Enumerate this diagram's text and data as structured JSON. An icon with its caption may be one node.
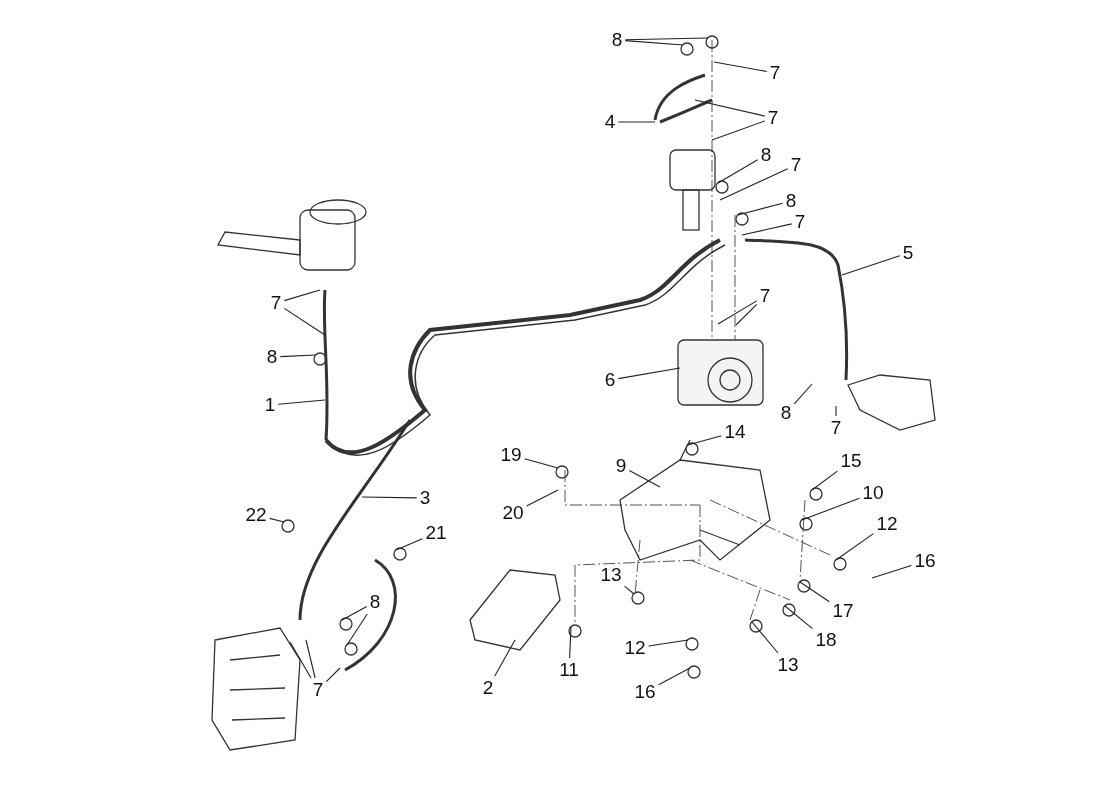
{
  "diagram": {
    "nodes": [
      {
        "text": [
          "8"
        ]
      },
      {
        "text": [
          "7"
        ]
      },
      {
        "text": [
          "4"
        ]
      },
      {
        "text": [
          "7"
        ]
      },
      {
        "text": [
          "8"
        ]
      },
      {
        "text": [
          "7"
        ]
      },
      {
        "text": [
          "8"
        ]
      },
      {
        "text": [
          "7"
        ]
      },
      {
        "text": [
          "5"
        ]
      },
      {
        "text": [
          "7"
        ]
      },
      {
        "text": [
          "7"
        ]
      },
      {
        "text": [
          "8"
        ]
      },
      {
        "text": [
          "6"
        ]
      },
      {
        "text": [
          "1"
        ]
      },
      {
        "text": [
          "8"
        ]
      },
      {
        "text": [
          "7"
        ]
      },
      {
        "text": [
          "14"
        ]
      },
      {
        "text": [
          "19"
        ]
      },
      {
        "text": [
          "9"
        ]
      },
      {
        "text": [
          "15"
        ]
      },
      {
        "text": [
          "10"
        ]
      },
      {
        "text": [
          "3"
        ]
      },
      {
        "text": [
          "20"
        ]
      },
      {
        "text": [
          "22"
        ]
      },
      {
        "text": [
          "12"
        ]
      },
      {
        "text": [
          "21"
        ]
      },
      {
        "text": [
          "16"
        ]
      },
      {
        "text": [
          "13"
        ]
      },
      {
        "text": [
          "8"
        ]
      },
      {
        "text": [
          "17"
        ]
      },
      {
        "text": [
          "18"
        ]
      },
      {
        "text": [
          "12"
        ]
      },
      {
        "text": [
          "13"
        ]
      },
      {
        "text": [
          "11"
        ]
      },
      {
        "text": [
          "7"
        ]
      },
      {
        "text": [
          "2"
        ]
      },
      {
        "text": [
          "16"
        ]
      }
    ],
    "edges": [
      {
        "from": 0,
        "to": null,
        "arrow": "none"
      },
      {
        "from": 0,
        "to": null,
        "arrow": "none"
      },
      {
        "from": 1,
        "to": null,
        "arrow": "none"
      },
      {
        "from": 2,
        "to": null,
        "arrow": "none"
      },
      {
        "from": 3,
        "to": null,
        "arrow": "none"
      },
      {
        "from": 3,
        "to": null,
        "arrow": "none"
      },
      {
        "from": 4,
        "to": null,
        "arrow": "none"
      },
      {
        "from": 5,
        "to": null,
        "arrow": "none"
      },
      {
        "from": 6,
        "to": null,
        "arrow": "none"
      },
      {
        "from": 7,
        "to": null,
        "arrow": "none"
      },
      {
        "from": 8,
        "to": null,
        "arrow": "none"
      },
      {
        "from": 9,
        "to": null,
        "arrow": "none"
      },
      {
        "from": 9,
        "to": null,
        "arrow": "none"
      },
      {
        "from": 10,
        "to": null,
        "arrow": "none"
      },
      {
        "from": 10,
        "to": null,
        "arrow": "none"
      },
      {
        "from": 11,
        "to": null,
        "arrow": "none"
      },
      {
        "from": 12,
        "to": null,
        "arrow": "none"
      },
      {
        "from": 13,
        "to": null,
        "arrow": "none"
      },
      {
        "from": 14,
        "to": null,
        "arrow": "none"
      },
      {
        "from": 15,
        "to": null,
        "arrow": "none"
      },
      {
        "from": 16,
        "to": null,
        "arrow": "none"
      },
      {
        "from": 17,
        "to": null,
        "arrow": "none"
      },
      {
        "from": 18,
        "to": null,
        "arrow": "none"
      },
      {
        "from": 19,
        "to": null,
        "arrow": "none"
      },
      {
        "from": 20,
        "to": null,
        "arrow": "none"
      },
      {
        "from": 21,
        "to": null,
        "arrow": "none"
      },
      {
        "from": 22,
        "to": null,
        "arrow": "none"
      },
      {
        "from": 23,
        "to": null,
        "arrow": "none"
      },
      {
        "from": 24,
        "to": null,
        "arrow": "none"
      },
      {
        "from": 25,
        "to": null,
        "arrow": "none"
      },
      {
        "from": 26,
        "to": null,
        "arrow": "none"
      },
      {
        "from": 27,
        "to": null,
        "arrow": "none"
      },
      {
        "from": 28,
        "to": null,
        "arrow": "none"
      },
      {
        "from": 28,
        "to": null,
        "arrow": "none"
      },
      {
        "from": 29,
        "to": null,
        "arrow": "none"
      },
      {
        "from": 30,
        "to": null,
        "arrow": "none"
      },
      {
        "from": 31,
        "to": null,
        "arrow": "none"
      },
      {
        "from": 32,
        "to": null,
        "arrow": "none"
      },
      {
        "from": 33,
        "to": null,
        "arrow": "none"
      },
      {
        "from": 34,
        "to": null,
        "arrow": "none"
      },
      {
        "from": 34,
        "to": null,
        "arrow": "none"
      },
      {
        "from": 34,
        "to": null,
        "arrow": "none"
      },
      {
        "from": 35,
        "to": null,
        "arrow": "none"
      },
      {
        "from": 36,
        "to": null,
        "arrow": "none"
      }
    ]
  }
}
